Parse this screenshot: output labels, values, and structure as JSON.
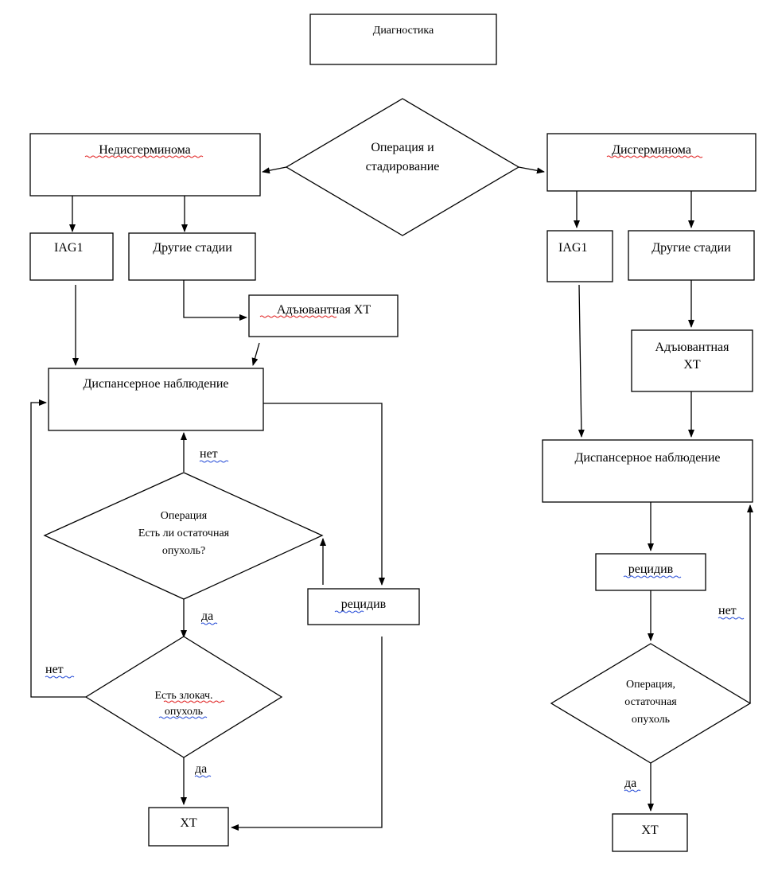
{
  "diagnosis": "Диагностика",
  "surgery_staging": [
    "Операция и",
    "стадирование"
  ],
  "left": {
    "branch": "Недисгерминома",
    "iag1": "IAG1",
    "other_stages": "Другие стадии",
    "adjuvant": "Адъювантная ХТ",
    "followup": "Диспансерное наблюдение",
    "residual_decision": [
      "Операция",
      "Есть ли остаточная",
      "опухоль?"
    ],
    "relapse": "рецидив",
    "malignant_decision": [
      "Есть злокач.",
      "опухоль"
    ],
    "no_1": "нет",
    "yes_1": "да",
    "no_2": "нет",
    "yes_2": "да",
    "chemo": "ХТ"
  },
  "right": {
    "branch": "Дисгерминома",
    "iag1": "IAG1",
    "other_stages": "Другие стадии",
    "adjuvant": [
      "Адъювантная",
      "ХТ"
    ],
    "followup": "Диспансерное наблюдение",
    "relapse": "рецидив",
    "decision": [
      "Операция,",
      "остаточная",
      "опухоль"
    ],
    "no": "нет",
    "yes": "да",
    "chemo": "ХТ"
  }
}
